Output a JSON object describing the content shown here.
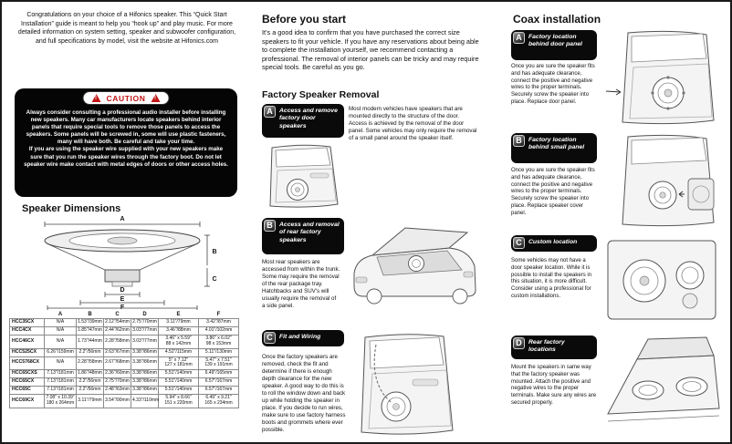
{
  "left": {
    "intro": "Congratulations on your choice of a Hifonics speaker. This “Quick Start Installation” guide is meant to help you “hook up” and play music. For more detailed information on system setting, speaker and subwoofer configuration, and full specifications by model, visit the website at Hifonics.com",
    "caution": {
      "label": "CAUTION",
      "text": "Always consider consulting a professional audio installer before installing new speakers. Many car manufacturers locate speakers behind interior panels that require special tools to remove those panels to access the speakers. Some panels will be screwed in, some will use plastic fasteners, many will have both. Be careful and take your time.\nIf you are using the speaker wire supplied with your new speakers make sure that you run the speaker wires through the factory boot. Do not let speaker wire make contact with metal edges of doors or other access holes."
    },
    "dimensions_title": "Speaker Dimensions",
    "diagram": {
      "labels": [
        "A",
        "B",
        "C",
        "D",
        "E",
        "F"
      ]
    },
    "table": {
      "headers": [
        "A",
        "B",
        "C",
        "D",
        "E",
        "F"
      ],
      "rows": [
        {
          "model": "HCC35CX",
          "cells": [
            "N/A",
            "1.53\"/39mm",
            "2.12\"/54mm",
            "2.75\"/70mm",
            "3.11\"/79mm",
            "3.42\"/87mm"
          ]
        },
        {
          "model": "HCC4CX",
          "cells": [
            "N/A",
            "1.85\"/47mm",
            "2.44\"/62mm",
            "3.03\"/77mm",
            "3.46\"/88mm",
            "4.01\"/102mm"
          ]
        },
        {
          "model": "HCC46CX",
          "cells": [
            "N/A",
            "1.73\"/44mm",
            "2.28\"/58mm",
            "3.03\"/77mm",
            "3.46\" x 5.59\"\n88 x 142mm",
            "3.86\" x 6.02\"\n98 x 153mm"
          ]
        },
        {
          "model": "HCC525CX",
          "cells": [
            "6.26\"/159mm",
            "2.2\"/56mm",
            "2.63\"/67mm",
            "3.38\"/86mm",
            "4.52\"/115mm",
            "5.11\"/130mm"
          ]
        },
        {
          "model": "HCC5768CX",
          "cells": [
            "N/A",
            "2.28\"/58mm",
            "2.67\"/68mm",
            "3.38\"/86mm",
            "5\" x 7.12\"\n127 x 181mm",
            "5.47\" x 7.51\"\n139 x 191mm"
          ]
        },
        {
          "model": "HCC65CXS",
          "cells": [
            "7.13\"/181mm",
            "1.86\"/48mm",
            "2.36\"/60mm",
            "3.38\"/86mm",
            "5.51\"/140mm",
            "6.49\"/165mm"
          ]
        },
        {
          "model": "HCC65CX",
          "cells": [
            "7.13\"/181mm",
            "2.2\"/56mm",
            "2.75\"/70mm",
            "3.38\"/86mm",
            "5.51\"/140mm",
            "6.57\"/167mm"
          ]
        },
        {
          "model": "HCC65C",
          "cells": [
            "7.13\"/181mm",
            "2.2\"/56mm",
            "2.48\"/63mm",
            "3.38\"/86mm",
            "5.51\"/140mm",
            "6.57\"/167mm"
          ]
        },
        {
          "model": "HCC69CX",
          "cells": [
            "7.08\" x 10.39\"\n180 x 264mm",
            "3.11\"/79mm",
            "3.54\"/90mm",
            "4.33\"/110mm",
            "5.94\" x 8.66\"\n151 x 220mm",
            "6.49\" x 9.21\"\n165 x 234mm"
          ]
        }
      ]
    }
  },
  "middle": {
    "title": "Before you start",
    "intro": "It’s a good idea to confirm that you have purchased the correct size speakers to fit your vehicle. If you have any reservations about being able to complete the installation yourself, we recommend contacting a professional. The removal of interior panels can be tricky and may require special tools. Be careful as you go.",
    "subtitle": "Factory Speaker Removal",
    "sections": [
      {
        "letter": "A",
        "label": "Access and remove factory door speakers",
        "text": "Most modern vehicles have speakers that are mounted directly to the structure of the door. Access is achieved by the removal of the door panel. Some vehicles may only require the removal of a small panel around the speaker itself."
      },
      {
        "letter": "B",
        "label": "Access and removal of rear factory speakers",
        "text": "Most rear speakers are accessed from within the trunk. Some may require the removal of the rear package tray. Hatchbacks and SUV's will usually require the removal of a side panel."
      },
      {
        "letter": "C",
        "label": "Fit and Wiring",
        "text": "Once the factory speakers are removed, check the fit and determine if there is enough depth clearance for the new speaker. A good way to do this is to roll the window down and back up while holding the speaker in place. If you decide to run wires, make sure to use factory harness boots and grommets where ever possible."
      }
    ]
  },
  "right": {
    "title": "Coax installation",
    "sections": [
      {
        "letter": "A",
        "label": "Factory location behind door panel",
        "text": "Once you are sure the speaker fits and has adequate clearance, connect the positive and negative wires to the proper terminals. Securely screw the speaker into place. Replace door panel."
      },
      {
        "letter": "B",
        "label": "Factory location behind small panel",
        "text": "Once you are sure the speaker fits and has adequate clearance, connect the positive and negative wires to the proper terminals. Securely screw the speaker into place. Replace speaker cover panel."
      },
      {
        "letter": "C",
        "label": "Custom location",
        "text": "Some vehicles may not have a door speaker location. While it is possible to install the speakers in this situation, it is more difficult. Consider using a professional for custom installations."
      },
      {
        "letter": "D",
        "label": "Rear factory locations",
        "text": "Mount the speakers in same way that the factory speaker was mounted. Attach the positive and negative wires to the proper terminals. Make sure any wires are secured properly."
      }
    ]
  }
}
